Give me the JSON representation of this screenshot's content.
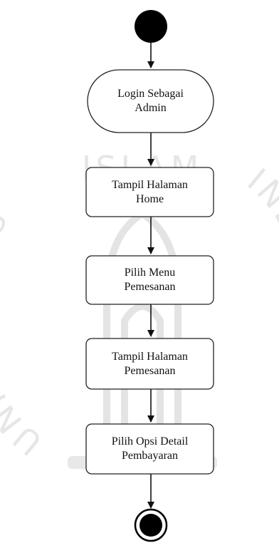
{
  "diagram": {
    "type": "activity-diagram",
    "nodes": [
      {
        "id": "start",
        "kind": "initial"
      },
      {
        "id": "login",
        "kind": "action",
        "shape": "rounded-pill",
        "label": "Login Sebagai\nAdmin"
      },
      {
        "id": "home",
        "kind": "action",
        "shape": "rounded-rect",
        "label": "Tampil Halaman\nHome"
      },
      {
        "id": "menu",
        "kind": "action",
        "shape": "rounded-rect",
        "label": "Pilih Menu\nPemesanan"
      },
      {
        "id": "pemesanan",
        "kind": "action",
        "shape": "rounded-rect",
        "label": "Tampil Halaman\nPemesanan"
      },
      {
        "id": "opsi",
        "kind": "action",
        "shape": "rounded-rect",
        "label": "Pilih Opsi Detail\nPembayaran"
      },
      {
        "id": "end",
        "kind": "final"
      }
    ],
    "edges": [
      {
        "from": "start",
        "to": "login"
      },
      {
        "from": "login",
        "to": "home"
      },
      {
        "from": "home",
        "to": "menu"
      },
      {
        "from": "menu",
        "to": "pemesanan"
      },
      {
        "from": "pemesanan",
        "to": "opsi"
      },
      {
        "from": "opsi",
        "to": "end"
      }
    ]
  },
  "watermark": {
    "text_top": "ISLAM",
    "text_left": "UNIVERSITAS",
    "text_right": "INDONESIA",
    "color": "#d9d9d9"
  },
  "colors": {
    "stroke": "#222222",
    "fill": "#ffffff",
    "node_fill": "#000000"
  }
}
